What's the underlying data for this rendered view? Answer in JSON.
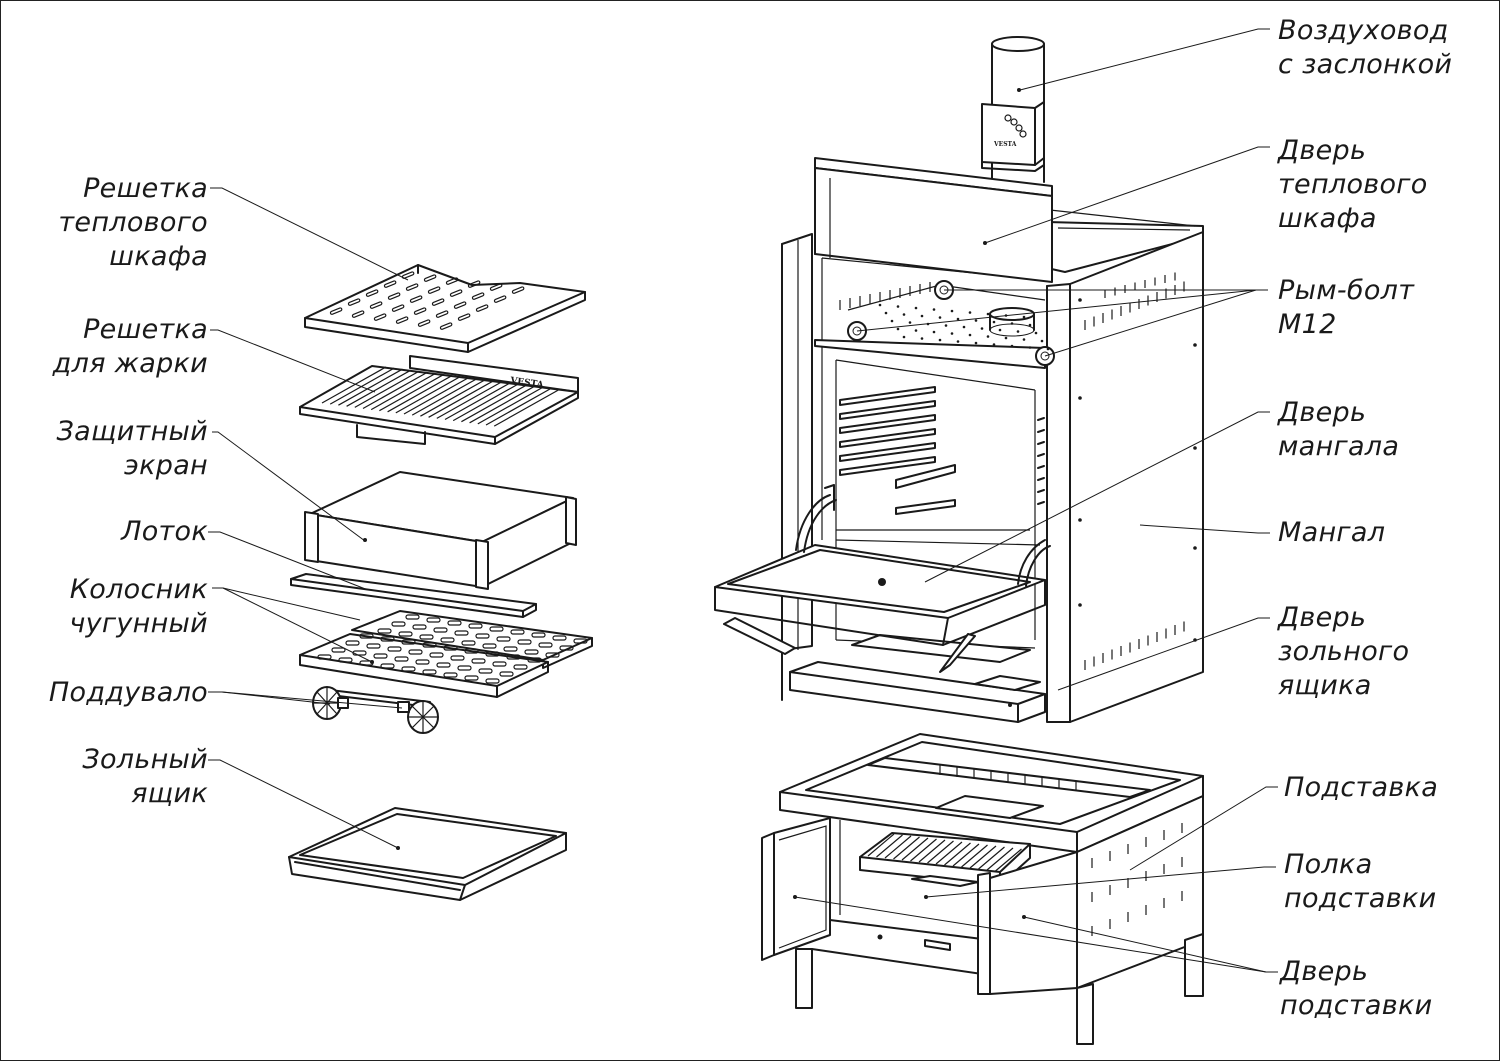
{
  "labels_left": {
    "heat_cabinet_grate": [
      "Решетка",
      "теплового",
      "шкафа"
    ],
    "roasting_grate": [
      "Решетка",
      "для жарки"
    ],
    "protective_screen": [
      "Защитный",
      "экран"
    ],
    "tray": [
      "Лоток"
    ],
    "cast_iron_grate": [
      "Колосник",
      "чугунный"
    ],
    "blower": [
      "Поддувало"
    ],
    "ash_box": [
      "Зольный",
      "ящик"
    ]
  },
  "labels_right": {
    "air_duct": [
      "Воздуховод",
      "с заслонкой"
    ],
    "heat_cabinet_door": [
      "Дверь",
      "теплового",
      "шкафа"
    ],
    "eye_bolt": [
      "Рым-болт",
      "М12"
    ],
    "grill_door": [
      "Дверь",
      "мангала"
    ],
    "grill": [
      "Мангал"
    ],
    "ash_box_door": [
      "Дверь",
      "зольного",
      "ящика"
    ],
    "stand": [
      "Подставка"
    ],
    "stand_shelf": [
      "Полка",
      "подставки"
    ],
    "stand_door": [
      "Дверь",
      "подставки"
    ]
  },
  "brand_marks": [
    "VESTA",
    "VESTA"
  ],
  "colors": {
    "line": "#1a1a1a",
    "background": "#ffffff"
  }
}
